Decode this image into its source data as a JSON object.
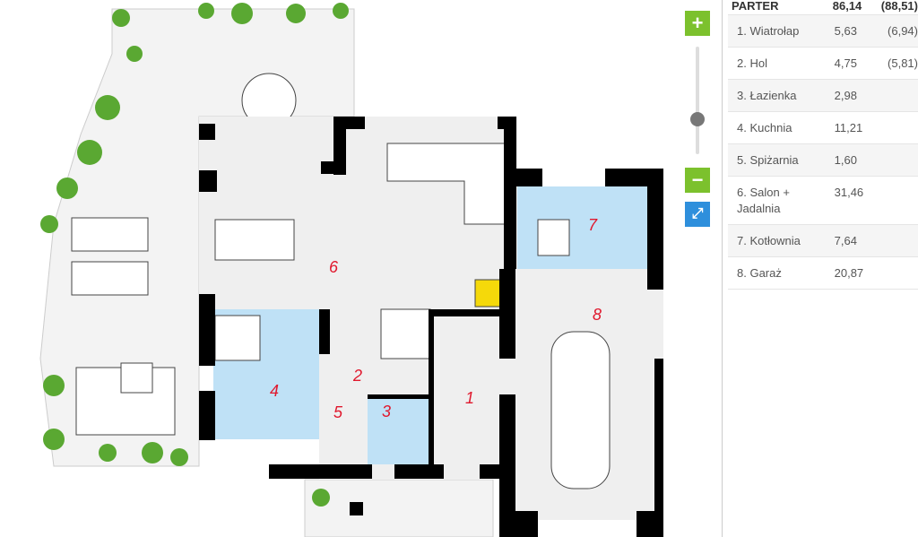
{
  "plan": {
    "rooms": [
      {
        "num": "1"
      },
      {
        "num": "2"
      },
      {
        "num": "3"
      },
      {
        "num": "4"
      },
      {
        "num": "5"
      },
      {
        "num": "6"
      },
      {
        "num": "7"
      },
      {
        "num": "8"
      }
    ],
    "colors": {
      "wall": "#000000",
      "floor": "#efefef",
      "blue_room": "#bfe1f6",
      "label": "#e0182d",
      "plant": "#5aa832"
    }
  },
  "controls": {
    "zoom_in": "+",
    "zoom_out": "−",
    "fullscreen": "⤢",
    "zoom_level_fraction": 0.6
  },
  "table": {
    "header": {
      "name": "PARTER",
      "area": "86,14",
      "gross": "(88,51)"
    },
    "rows": [
      {
        "name": "1. Wiatrołap",
        "area": "5,63",
        "gross": "(6,94)"
      },
      {
        "name": "2. Hol",
        "area": "4,75",
        "gross": "(5,81)"
      },
      {
        "name": "3. Łazienka",
        "area": "2,98",
        "gross": ""
      },
      {
        "name": "4. Kuchnia",
        "area": "11,21",
        "gross": ""
      },
      {
        "name": "5. Spiżarnia",
        "area": "1,60",
        "gross": ""
      },
      {
        "name": "6. Salon + Jadalnia",
        "area": "31,46",
        "gross": ""
      },
      {
        "name": "7. Kotłownia",
        "area": "7,64",
        "gross": ""
      },
      {
        "name": "8. Garaż",
        "area": "20,87",
        "gross": ""
      }
    ]
  }
}
